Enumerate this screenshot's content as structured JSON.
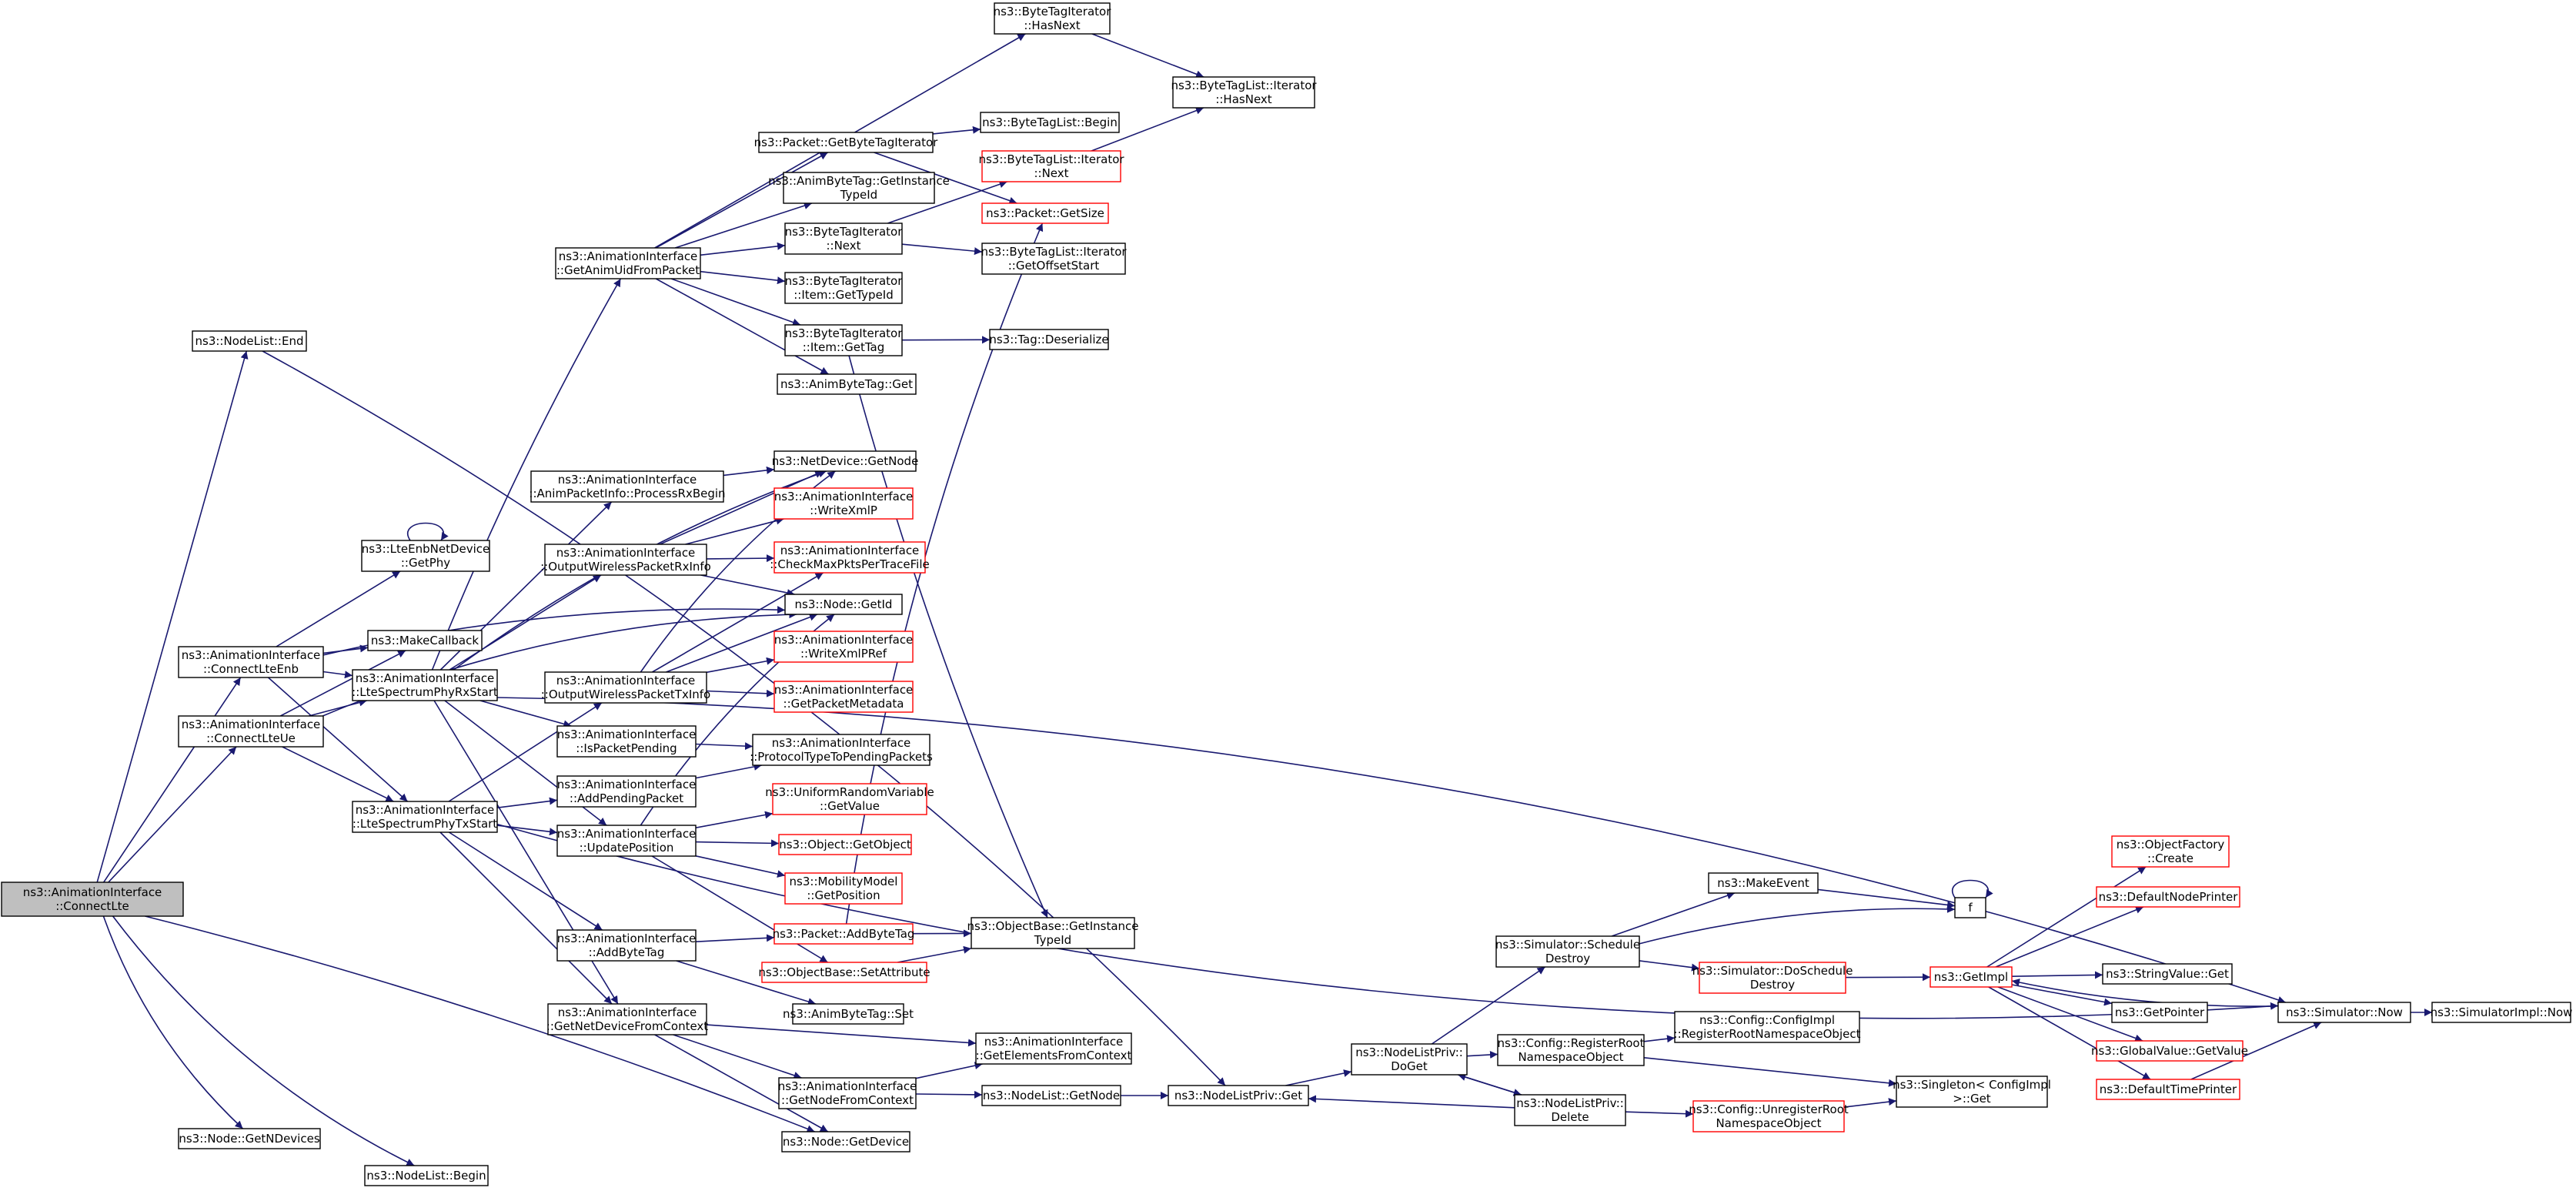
{
  "colors": {
    "edge": "#191970",
    "node_border": "#000000",
    "truncated_border": "#ff0000",
    "root_fill": "#bfbfbf",
    "node_fill": "#ffffff"
  },
  "nodes": [
    {
      "id": "connectLte",
      "lines": [
        "ns3::AnimationInterface",
        "::ConnectLte"
      ],
      "style": "root"
    },
    {
      "id": "nodeListEnd",
      "lines": [
        "ns3::NodeList::End"
      ]
    },
    {
      "id": "connectLteEnb",
      "lines": [
        "ns3::AnimationInterface",
        "::ConnectLteEnb"
      ]
    },
    {
      "id": "connectLteUe",
      "lines": [
        "ns3::AnimationInterface",
        "::ConnectLteUe"
      ]
    },
    {
      "id": "getNDevices",
      "lines": [
        "ns3::Node::GetNDevices"
      ]
    },
    {
      "id": "nodeListBegin",
      "lines": [
        "ns3::NodeList::Begin"
      ]
    },
    {
      "id": "getPhy",
      "lines": [
        "ns3::LteEnbNetDevice",
        "::GetPhy"
      ]
    },
    {
      "id": "makeCallback",
      "lines": [
        "ns3::MakeCallback"
      ]
    },
    {
      "id": "phyRxStart",
      "lines": [
        "ns3::AnimationInterface",
        "::LteSpectrumPhyRxStart"
      ]
    },
    {
      "id": "phyTxStart",
      "lines": [
        "ns3::AnimationInterface",
        "::LteSpectrumPhyTxStart"
      ]
    },
    {
      "id": "getAnimUid",
      "lines": [
        "ns3::AnimationInterface",
        "::GetAnimUidFromPacket"
      ]
    },
    {
      "id": "processRxBegin",
      "lines": [
        "ns3::AnimationInterface",
        "::AnimPacketInfo::ProcessRxBegin"
      ]
    },
    {
      "id": "outRxInfo",
      "lines": [
        "ns3::AnimationInterface",
        "::OutputWirelessPacketRxInfo"
      ]
    },
    {
      "id": "outTxInfo",
      "lines": [
        "ns3::AnimationInterface",
        "::OutputWirelessPacketTxInfo"
      ]
    },
    {
      "id": "isPending",
      "lines": [
        "ns3::AnimationInterface",
        "::IsPacketPending"
      ]
    },
    {
      "id": "addPending",
      "lines": [
        "ns3::AnimationInterface",
        "::AddPendingPacket"
      ]
    },
    {
      "id": "updatePos",
      "lines": [
        "ns3::AnimationInterface",
        "::UpdatePosition"
      ]
    },
    {
      "id": "addByteTag",
      "lines": [
        "ns3::AnimationInterface",
        "::AddByteTag"
      ]
    },
    {
      "id": "getNetDevCtx",
      "lines": [
        "ns3::AnimationInterface",
        "::GetNetDeviceFromContext"
      ]
    },
    {
      "id": "btiHasNext",
      "lines": [
        "ns3::ByteTagIterator",
        "::HasNext"
      ]
    },
    {
      "id": "pktGetBTI",
      "lines": [
        "ns3::Packet::GetByteTagIterator"
      ]
    },
    {
      "id": "abtGetInstanceTypeId",
      "lines": [
        "ns3::AnimByteTag::GetInstance",
        "TypeId"
      ]
    },
    {
      "id": "btiNext",
      "lines": [
        "ns3::ByteTagIterator",
        "::Next"
      ]
    },
    {
      "id": "btiItemTypeId",
      "lines": [
        "ns3::ByteTagIterator",
        "::Item::GetTypeId"
      ]
    },
    {
      "id": "btiItemGetTag",
      "lines": [
        "ns3::ByteTagIterator",
        "::Item::GetTag"
      ]
    },
    {
      "id": "abtGet",
      "lines": [
        "ns3::AnimByteTag::Get"
      ]
    },
    {
      "id": "ndGetNode",
      "lines": [
        "ns3::NetDevice::GetNode"
      ]
    },
    {
      "id": "writeXmlP",
      "lines": [
        "ns3::AnimationInterface",
        "::WriteXmlP"
      ],
      "style": "truncated"
    },
    {
      "id": "checkMaxPkts",
      "lines": [
        "ns3::AnimationInterface",
        "::CheckMaxPktsPerTraceFile"
      ],
      "style": "truncated"
    },
    {
      "id": "nodeGetId",
      "lines": [
        "ns3::Node::GetId"
      ]
    },
    {
      "id": "writeXmlPRef",
      "lines": [
        "ns3::AnimationInterface",
        "::WriteXmlPRef"
      ],
      "style": "truncated"
    },
    {
      "id": "getPktMeta",
      "lines": [
        "ns3::AnimationInterface",
        "::GetPacketMetadata"
      ],
      "style": "truncated"
    },
    {
      "id": "protoToPending",
      "lines": [
        "ns3::AnimationInterface",
        "::ProtocolTypeToPendingPackets"
      ]
    },
    {
      "id": "urvGetValue",
      "lines": [
        "ns3::UniformRandomVariable",
        "::GetValue"
      ],
      "style": "truncated"
    },
    {
      "id": "objGetObject",
      "lines": [
        "ns3::Object::GetObject"
      ],
      "style": "truncated"
    },
    {
      "id": "mmGetPos",
      "lines": [
        "ns3::MobilityModel",
        "::GetPosition"
      ],
      "style": "truncated"
    },
    {
      "id": "pktAddByteTag",
      "lines": [
        "ns3::Packet::AddByteTag"
      ],
      "style": "truncated"
    },
    {
      "id": "obSetAttr",
      "lines": [
        "ns3::ObjectBase::SetAttribute"
      ],
      "style": "truncated"
    },
    {
      "id": "abtSet",
      "lines": [
        "ns3::AnimByteTag::Set"
      ]
    },
    {
      "id": "getElemsCtx",
      "lines": [
        "ns3::AnimationInterface",
        "::GetElementsFromContext"
      ]
    },
    {
      "id": "getNodeCtx",
      "lines": [
        "ns3::AnimationInterface",
        "::GetNodeFromContext"
      ]
    },
    {
      "id": "nodeGetDevice",
      "lines": [
        "ns3::Node::GetDevice"
      ]
    },
    {
      "id": "btlIterHasNext",
      "lines": [
        "ns3::ByteTagList::Iterator",
        "::HasNext"
      ]
    },
    {
      "id": "btlBegin",
      "lines": [
        "ns3::ByteTagList::Begin"
      ]
    },
    {
      "id": "btlIterNext",
      "lines": [
        "ns3::ByteTagList::Iterator",
        "::Next"
      ],
      "style": "truncated"
    },
    {
      "id": "pktGetSize",
      "lines": [
        "ns3::Packet::GetSize"
      ],
      "style": "truncated"
    },
    {
      "id": "btlIterOffset",
      "lines": [
        "ns3::ByteTagList::Iterator",
        "::GetOffsetStart"
      ]
    },
    {
      "id": "tagDeserialize",
      "lines": [
        "ns3::Tag::Deserialize"
      ]
    },
    {
      "id": "obGetInstanceTypeId",
      "lines": [
        "ns3::ObjectBase::GetInstance",
        "TypeId"
      ]
    },
    {
      "id": "nlGetNode",
      "lines": [
        "ns3::NodeList::GetNode"
      ]
    },
    {
      "id": "nlpGet",
      "lines": [
        "ns3::NodeListPriv::Get"
      ]
    },
    {
      "id": "nlpDoGet",
      "lines": [
        "ns3::NodeListPriv::",
        "DoGet"
      ]
    },
    {
      "id": "simSchedDestroy",
      "lines": [
        "ns3::Simulator::Schedule",
        "Destroy"
      ]
    },
    {
      "id": "makeEvent",
      "lines": [
        "ns3::MakeEvent"
      ]
    },
    {
      "id": "simDoSchedDestroy",
      "lines": [
        "ns3::Simulator::DoSchedule",
        "Destroy"
      ],
      "style": "truncated"
    },
    {
      "id": "fNode",
      "lines": [
        "f"
      ]
    },
    {
      "id": "cfgRegisterRoot",
      "lines": [
        "ns3::Config::RegisterRoot",
        "NamespaceObject"
      ]
    },
    {
      "id": "cfgImplRegisterRoot",
      "lines": [
        "ns3::Config::ConfigImpl",
        "::RegisterRootNamespaceObject"
      ]
    },
    {
      "id": "nlpDelete",
      "lines": [
        "ns3::NodeListPriv::",
        "Delete"
      ]
    },
    {
      "id": "cfgUnregisterRoot",
      "lines": [
        "ns3::Config::UnregisterRoot",
        "NamespaceObject"
      ],
      "style": "truncated"
    },
    {
      "id": "singletonGet",
      "lines": [
        "ns3::Singleton< ConfigImpl",
        " >::Get"
      ]
    },
    {
      "id": "getImpl",
      "lines": [
        "ns3::GetImpl"
      ],
      "style": "truncated"
    },
    {
      "id": "objFactoryCreate",
      "lines": [
        "ns3::ObjectFactory",
        "::Create"
      ],
      "style": "truncated"
    },
    {
      "id": "defaultNodePrinter",
      "lines": [
        "ns3::DefaultNodePrinter"
      ],
      "style": "truncated"
    },
    {
      "id": "stringValueGet",
      "lines": [
        "ns3::StringValue::Get"
      ]
    },
    {
      "id": "getPointer",
      "lines": [
        "ns3::GetPointer"
      ]
    },
    {
      "id": "globalValueGet",
      "lines": [
        "ns3::GlobalValue::GetValue"
      ],
      "style": "truncated"
    },
    {
      "id": "defaultTimePrinter",
      "lines": [
        "ns3::DefaultTimePrinter"
      ],
      "style": "truncated"
    },
    {
      "id": "simNow",
      "lines": [
        "ns3::Simulator::Now"
      ]
    },
    {
      "id": "simImplNow",
      "lines": [
        "ns3::SimulatorImpl::Now"
      ]
    }
  ]
}
